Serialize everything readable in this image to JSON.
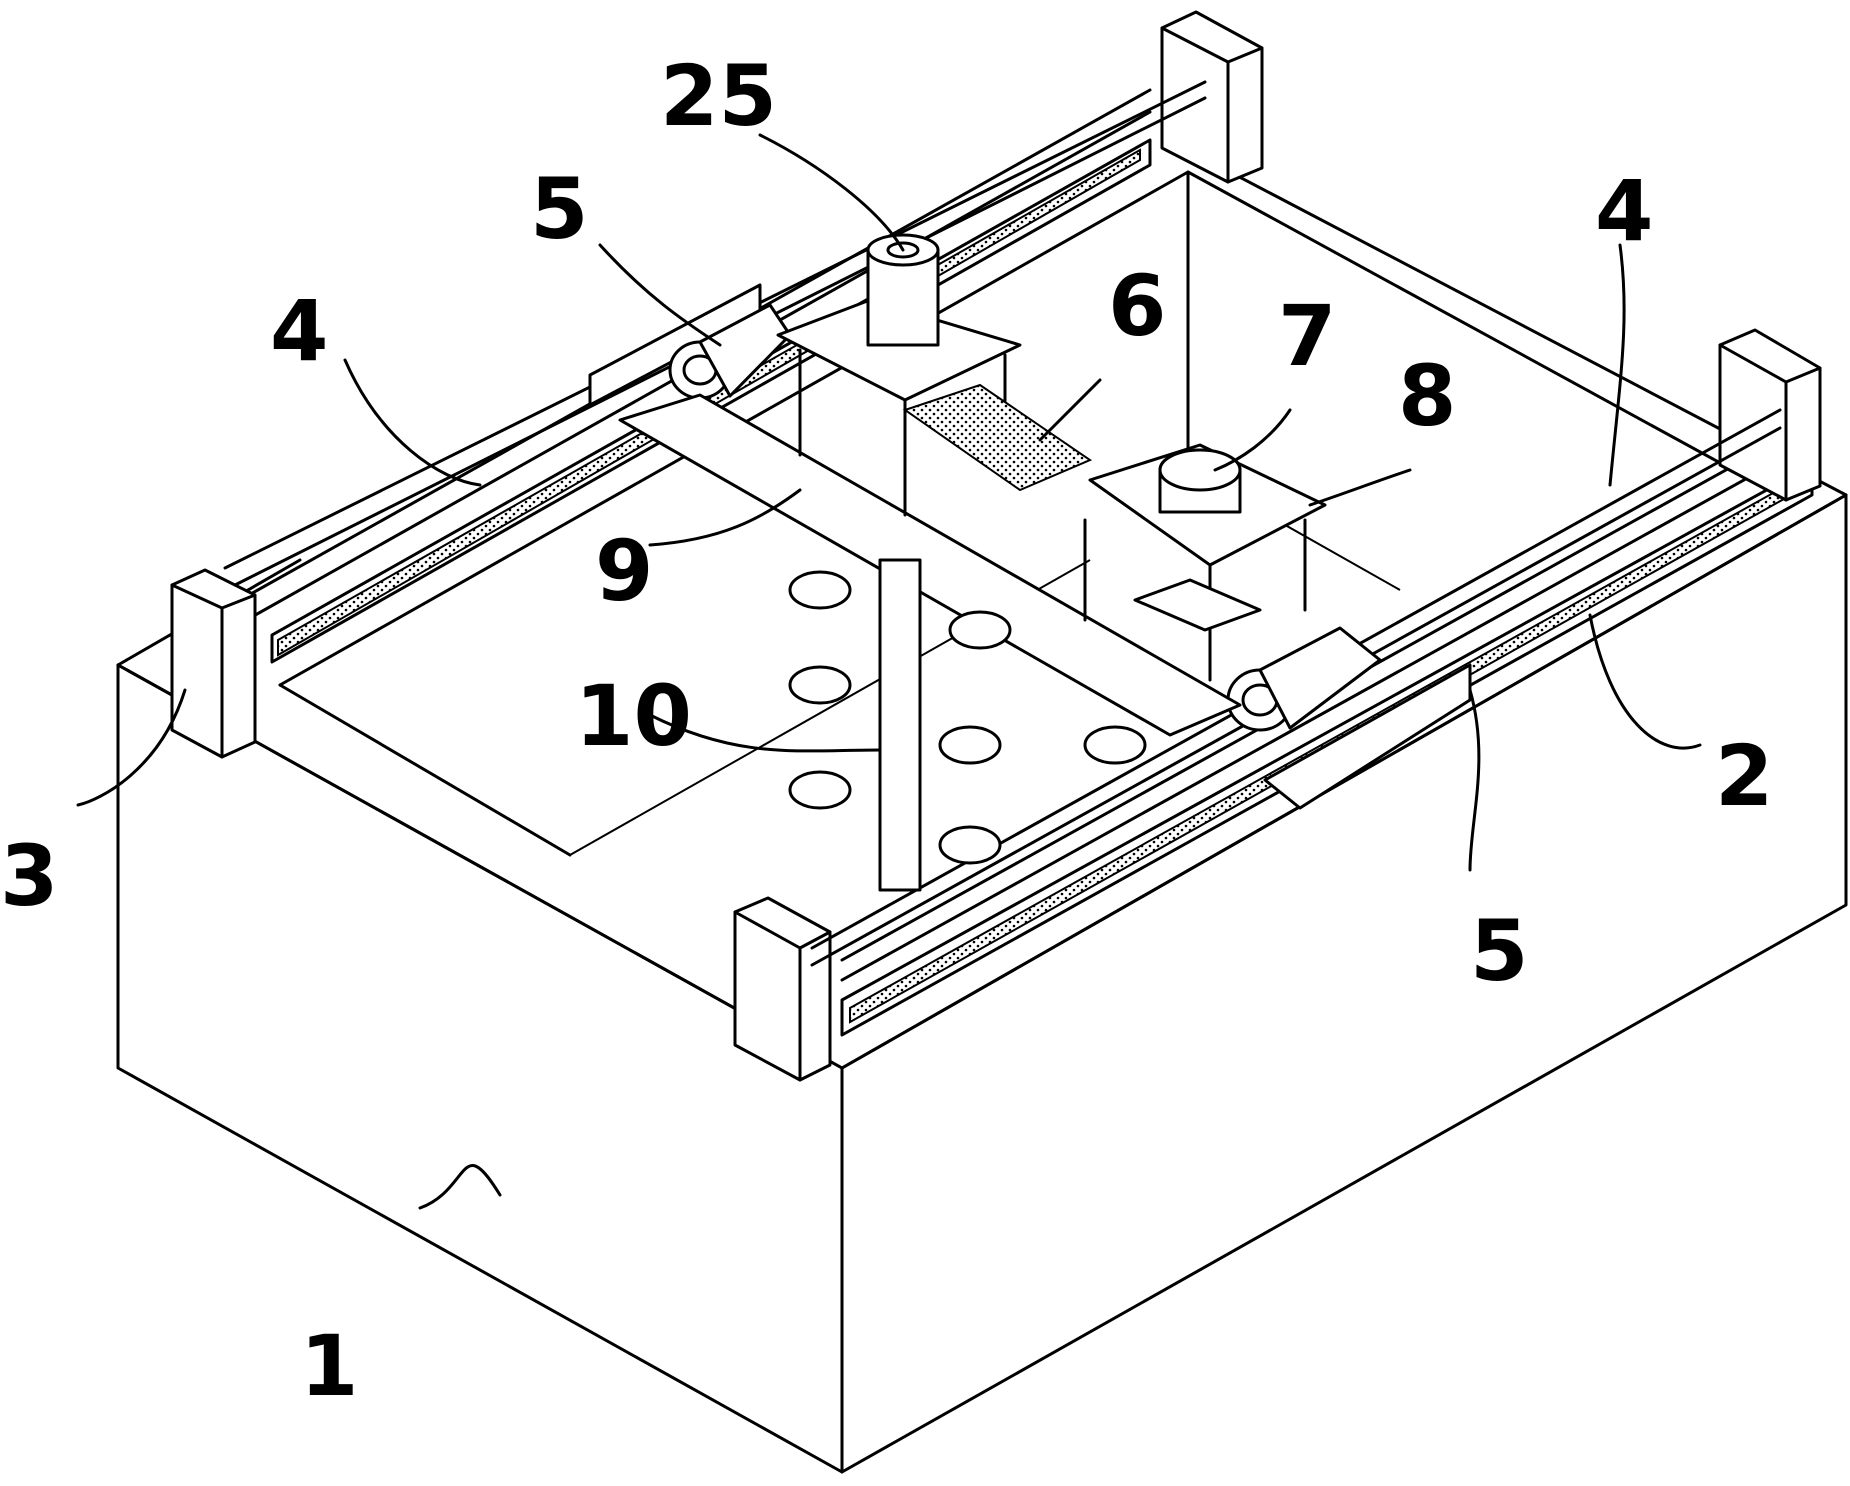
{
  "labels": {
    "l1": "1",
    "l2": "2",
    "l3": "3",
    "l4a": "4",
    "l4b": "4",
    "l5a": "5",
    "l5b": "5",
    "l6": "6",
    "l7": "7",
    "l8": "8",
    "l9": "9",
    "l10": "10",
    "l25": "25"
  }
}
